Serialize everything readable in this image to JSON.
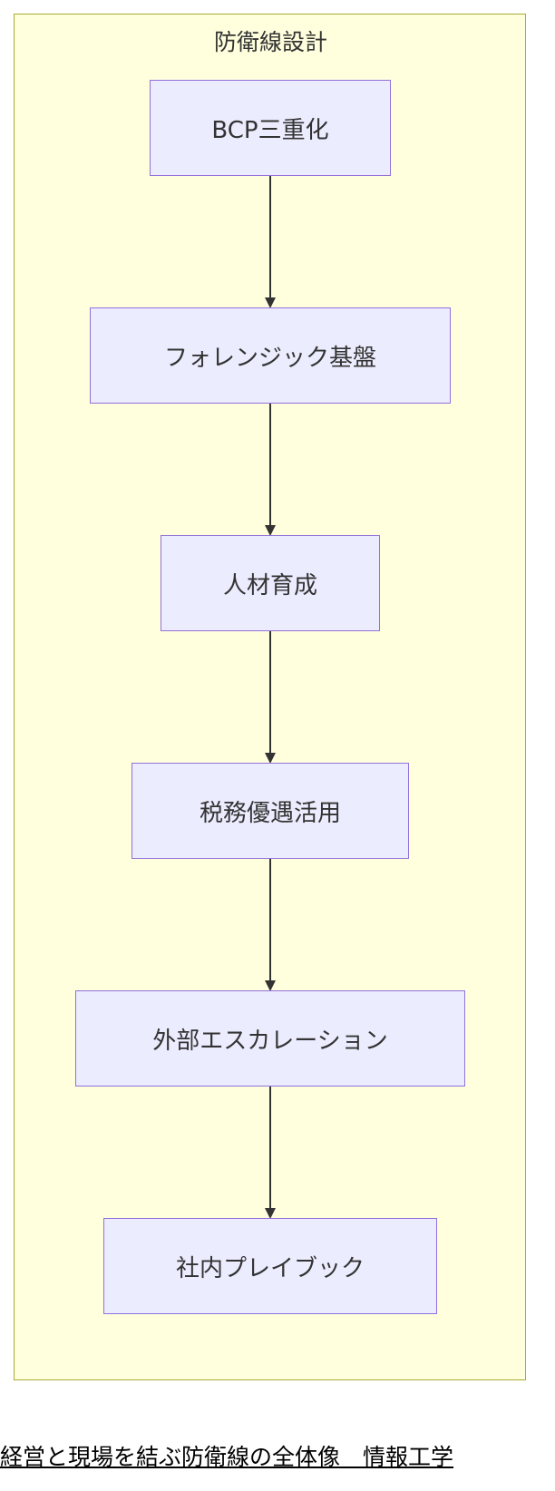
{
  "diagram": {
    "cluster_title": "防衛線設計",
    "nodes": [
      {
        "id": "n1",
        "label": "BCP三重化"
      },
      {
        "id": "n2",
        "label": "フォレンジック基盤"
      },
      {
        "id": "n3",
        "label": "人材育成"
      },
      {
        "id": "n4",
        "label": "税務優遇活用"
      },
      {
        "id": "n5",
        "label": "外部エスカレーション"
      },
      {
        "id": "n6",
        "label": "社内プレイブック"
      }
    ],
    "edges": [
      {
        "from": "n1",
        "to": "n2"
      },
      {
        "from": "n2",
        "to": "n3"
      },
      {
        "from": "n3",
        "to": "n4"
      },
      {
        "from": "n4",
        "to": "n5"
      },
      {
        "from": "n5",
        "to": "n6"
      }
    ],
    "colors": {
      "cluster_fill": "#ffffde",
      "cluster_border": "#aaaa33",
      "node_fill": "#ececff",
      "node_border": "#9370db",
      "edge": "#333333"
    }
  },
  "caption": "経営と現場を結ぶ防衛線の全体像　情報工学"
}
